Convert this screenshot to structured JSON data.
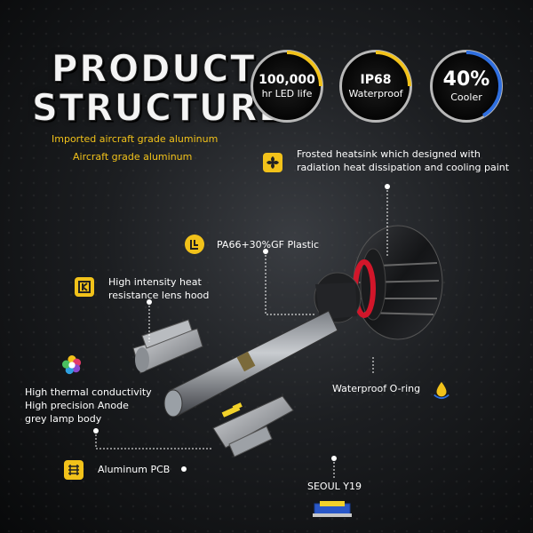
{
  "title": {
    "line1": "PRODUCT",
    "line2": "STRUCTURE"
  },
  "subtitle": {
    "line1": "Imported aircraft grade aluminum",
    "line2": "Aircraft grade aluminum"
  },
  "badges": [
    {
      "big": "100,000",
      "small": "hr LED life",
      "accent": "#f2c21a"
    },
    {
      "big": "IP68",
      "small": "Waterproof",
      "accent": "#f2c21a"
    },
    {
      "big": "40%",
      "small": "Cooler",
      "accent": "#2f6fe0"
    }
  ],
  "callouts": {
    "heatsink": {
      "line1": "Frosted heatsink which designed with",
      "line2": "radiation heat dissipation and cooling paint"
    },
    "plastic": "PA66+30%GF Plastic",
    "lens_hood": {
      "line1": "High intensity heat",
      "line2": "resistance lens hood"
    },
    "oring": "Waterproof O-ring",
    "body": {
      "line1": "High thermal conductivity",
      "line2": "High precision Anode",
      "line3": "grey lamp body"
    },
    "pcb": "Aluminum PCB",
    "chip": "SEOUL Y19"
  },
  "colors": {
    "accent": "#f2c21a",
    "text": "#ffffff",
    "oring": "#d2162a",
    "blue": "#2f6fe0"
  }
}
